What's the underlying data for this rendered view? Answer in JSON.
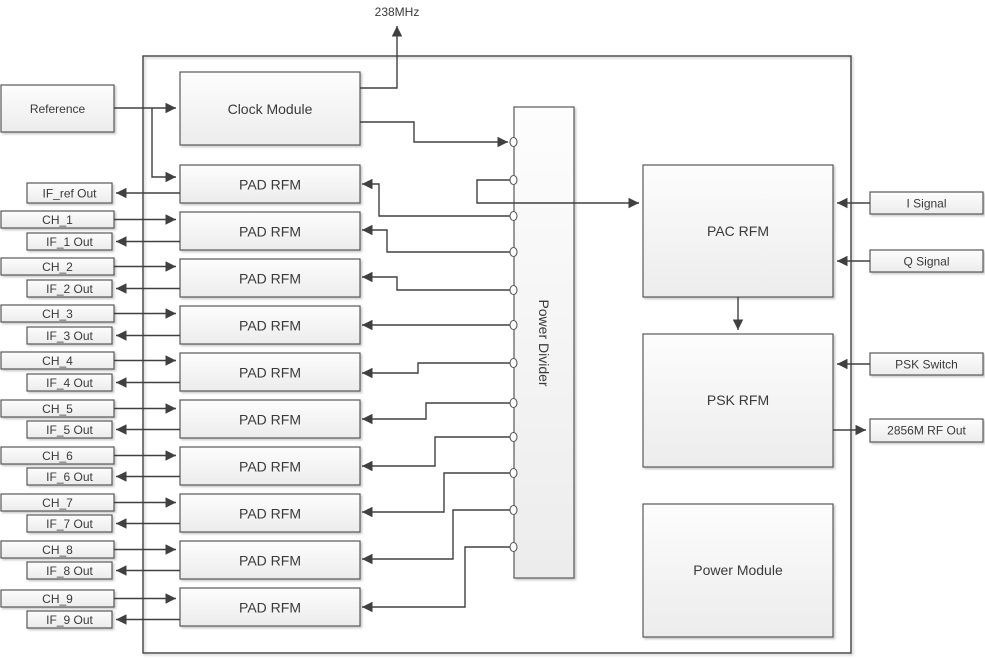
{
  "diagram": {
    "frequency_label": "238MHz",
    "blocks": {
      "reference": "Reference",
      "clock_module": "Clock Module",
      "pad_rfm": "PAD RFM",
      "power_divider": "Power Divider",
      "pac_rfm": "PAC RFM",
      "psk_rfm": "PSK RFM",
      "power_module": "Power Module"
    },
    "left_ports": {
      "if_ref_out": "IF_ref Out",
      "channels": [
        {
          "ch": "CH_1",
          "if_out": "IF_1 Out"
        },
        {
          "ch": "CH_2",
          "if_out": "IF_2 Out"
        },
        {
          "ch": "CH_3",
          "if_out": "IF_3 Out"
        },
        {
          "ch": "CH_4",
          "if_out": "IF_4 Out"
        },
        {
          "ch": "CH_5",
          "if_out": "IF_5 Out"
        },
        {
          "ch": "CH_6",
          "if_out": "IF_6 Out"
        },
        {
          "ch": "CH_7",
          "if_out": "IF_7 Out"
        },
        {
          "ch": "CH_8",
          "if_out": "IF_8 Out"
        },
        {
          "ch": "CH_9",
          "if_out": "IF_9 Out"
        }
      ]
    },
    "right_ports": {
      "i_signal": "I Signal",
      "q_signal": "Q Signal",
      "psk_switch": "PSK Switch",
      "rf_out": "2856M RF Out"
    },
    "colors": {
      "line": "#404040",
      "box_border": "#595959",
      "box_fill_top": "#fdfdfd",
      "box_fill_bottom": "#ececec",
      "text": "#3a3a3a",
      "background": "#ffffff"
    }
  }
}
